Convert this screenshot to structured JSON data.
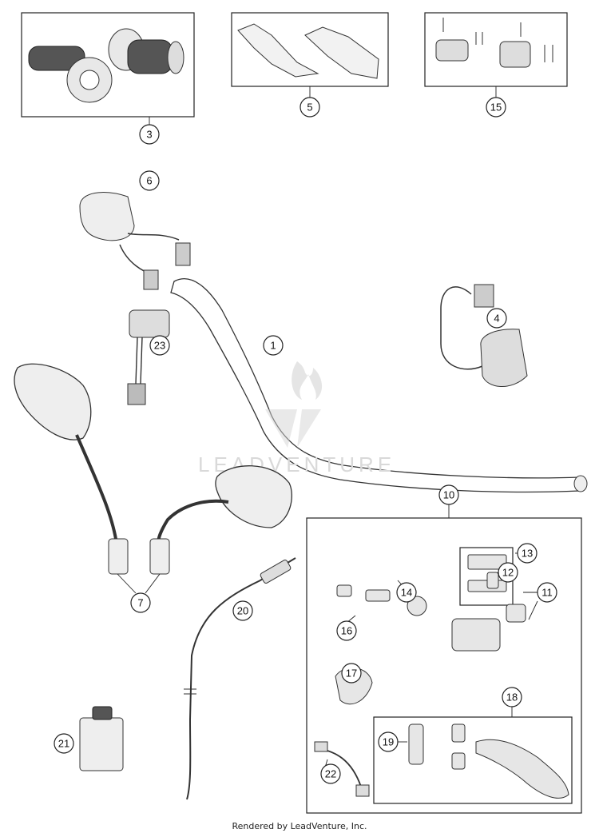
{
  "callouts": {
    "c1": "1",
    "c3": "3",
    "c4": "4",
    "c5": "5",
    "c6": "6",
    "c7": "7",
    "c10": "10",
    "c11": "11",
    "c12": "12",
    "c13": "13",
    "c14": "14",
    "c15": "15",
    "c16": "16",
    "c17": "17",
    "c18": "18",
    "c19": "19",
    "c20": "20",
    "c21": "21",
    "c22": "22",
    "c23": "23"
  },
  "watermark": "LEADVENTURE",
  "footer": "Rendered by LeadVenture, Inc."
}
